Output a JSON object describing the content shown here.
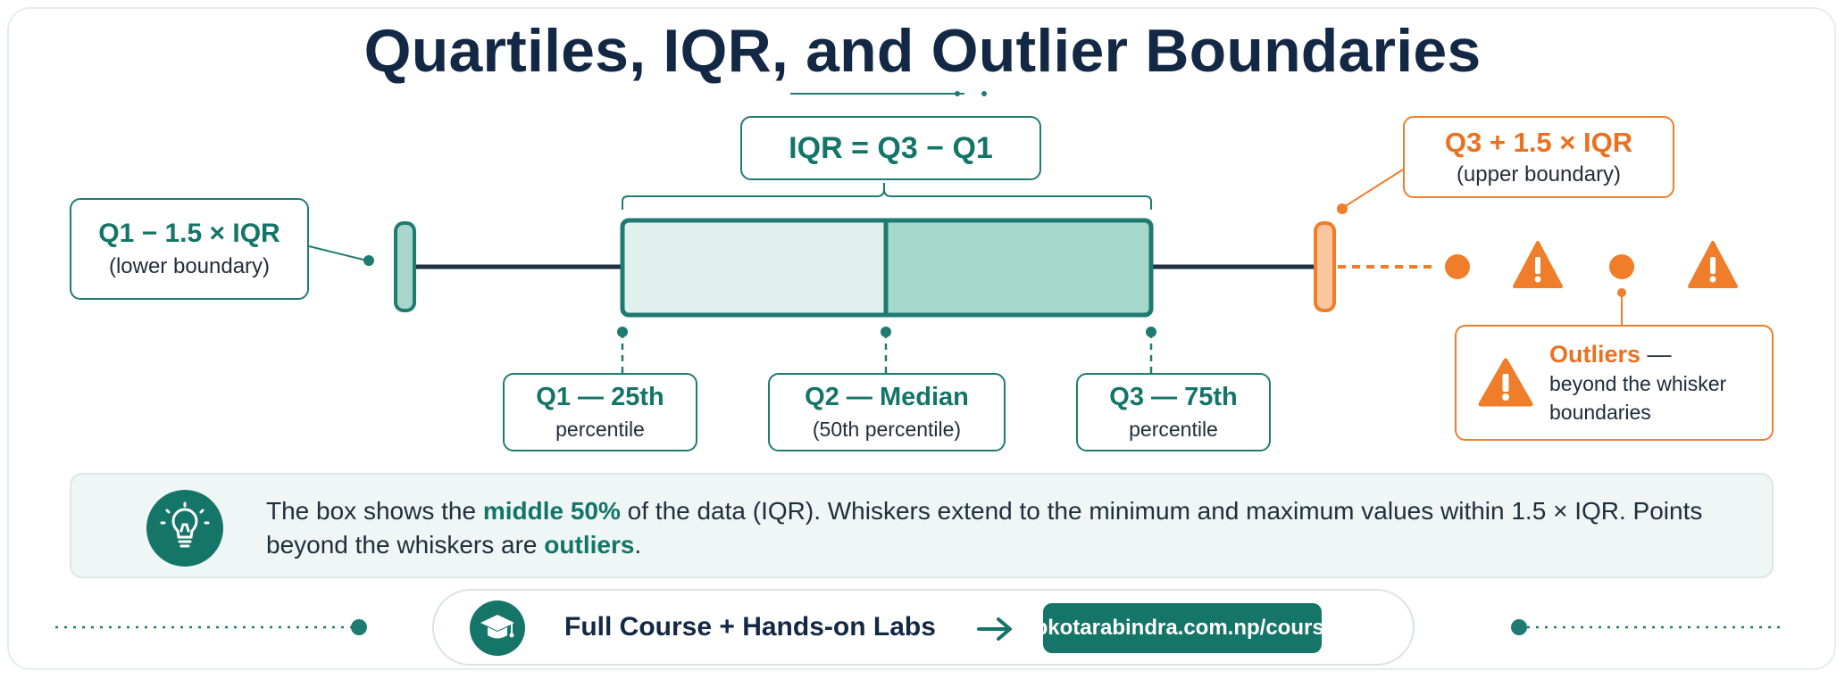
{
  "title": "Quartiles, IQR, and Outlier Boundaries",
  "iqr_formula": "IQR = Q3 − Q1",
  "lower_boundary": {
    "formula": "Q1 − 1.5 × IQR",
    "caption": "(lower boundary)"
  },
  "upper_boundary": {
    "formula": "Q3 + 1.5 × IQR",
    "caption": "(upper boundary)"
  },
  "quartiles": [
    {
      "label": "Q1 — 25th",
      "caption": "percentile"
    },
    {
      "label": "Q2 — Median",
      "caption": "(50th percentile)"
    },
    {
      "label": "Q3 — 75th",
      "caption": "percentile"
    }
  ],
  "outliers": {
    "label": "Outliers",
    "dash": " —",
    "line1": "beyond the whisker",
    "line2": "boundaries"
  },
  "note": {
    "part1": "The box shows the ",
    "highlight1": "middle 50%",
    "part2": " of the data (IQR). Whiskers extend to the minimum and maximum values within 1.5 × IQR. Points beyond the whiskers are ",
    "highlight2": "outliers",
    "part3": "."
  },
  "cta": {
    "label": "Full Course + Hands-on Labs",
    "link": "sapkotarabindra.com.np/courses/"
  },
  "icons": {
    "warning": "warning-triangle-icon",
    "bulb": "lightbulb-icon",
    "cap": "graduation-cap-icon",
    "arrow": "arrow-right-icon"
  },
  "colors": {
    "teal": "#157568",
    "orange": "#ef7d2a",
    "title": "#132844"
  }
}
